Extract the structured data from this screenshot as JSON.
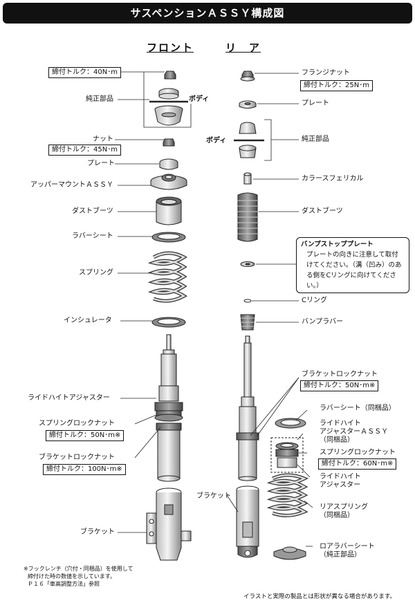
{
  "title": "サスペンションＡＳＳＹ構成図",
  "headers": {
    "front": "フロント",
    "rear": "リ　ア"
  },
  "front": {
    "torque_top": "締付トルク：40N･m",
    "genuine": "純正部品",
    "body": "ボディ",
    "nut": "ナット",
    "torque_nut": "締付トルク：45N･m",
    "plate": "プレート",
    "upper_mount": "アッパーマウントＡＳＳＹ",
    "dust_boot": "ダストブーツ",
    "rubber_seat": "ラバーシート",
    "spring": "スプリング",
    "insulator": "インシュレータ",
    "ride_height_adjuster": "ライドハイトアジャスター",
    "spring_lock_nut": "スプリングロックナット",
    "torque_spring_lock": "締付トルク：50N･m※",
    "bracket_lock_nut": "ブラケットロックナット",
    "torque_bracket_lock": "締付トルク：100N･m※",
    "bracket": "ブラケット"
  },
  "rear": {
    "flange_nut": "フランジナット",
    "torque_flange": "締付トルク：25N･m",
    "plate": "プレート",
    "body": "ボディ",
    "genuine": "純正部品",
    "collar": "カラースフェリカル",
    "dust_boot": "ダストブーツ",
    "bump_stop_plate": "バンプストッププレート",
    "bump_stop_note": "プレートの向きに注意して取付けてください。（溝（凹み）のある側をCリングに向けてください。）",
    "c_ring": "Cリング",
    "bump_rubber": "バンプラバー",
    "bracket_lock_nut": "ブラケットロックナット",
    "torque_bracket_lock": "締付トルク：50N･m※",
    "rubber_seat": "ラバーシート（同梱品）",
    "ride_height_assy_1": "ライドハイト",
    "ride_height_assy_2": "アジャスターＡＳＳＹ",
    "ride_height_assy_3": "（同梱品）",
    "spring_lock_nut": "スプリングロックナット",
    "torque_spring_lock": "締付トルク：60N･m※",
    "ride_height_adj_1": "ライドハイト",
    "ride_height_adj_2": "アジャスター",
    "bracket": "ブラケット",
    "rear_spring_1": "リアスプリング",
    "rear_spring_2": "（同梱品）",
    "lower_rubber_1": "ロアラバーシート",
    "lower_rubber_2": "（純正部品）"
  },
  "footnote": {
    "line1": "※フックレンチ（穴付・同梱品）を使用して",
    "line2": "締付けた時の数値を示しています。",
    "line3": "Ｐ１６「車高調整方法」参照"
  },
  "disclaimer": "イラストと実際の製品とは形状が異なる場合があります。",
  "colors": {
    "banner_bg": "#111111",
    "banner_text": "#ffffff",
    "part_fill": "#e6e6e6",
    "part_dark": "#7a7a7a",
    "line": "#222222"
  }
}
